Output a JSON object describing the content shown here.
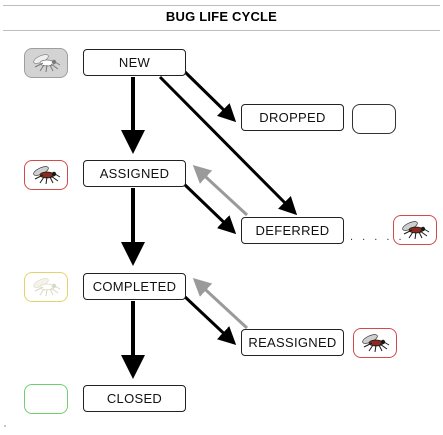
{
  "title": "BUG LIFE CYCLE",
  "states": {
    "new": "NEW",
    "assigned": "ASSIGNED",
    "completed": "COMPLETED",
    "closed": "CLOSED",
    "dropped": "DROPPED",
    "deferred": "DEFERRED",
    "reassigned": "REASSIGNED"
  },
  "connector": ". . . . .",
  "badges": [
    {
      "id": "new-status",
      "icon": "bug-icon",
      "style": "faded",
      "border": "#9e9e9e",
      "fill": "#d3d3d3"
    },
    {
      "id": "assigned-status",
      "icon": "bug-icon",
      "style": "active",
      "border": "#d24a4a",
      "fill": "#ffffff"
    },
    {
      "id": "completed-status",
      "icon": "bug-icon",
      "style": "ghost",
      "border": "#e3d36b",
      "fill": "#ffffff"
    },
    {
      "id": "closed-status",
      "icon": "none",
      "style": "empty",
      "border": "#6fcf6f",
      "fill": "#ffffff"
    },
    {
      "id": "dropped-status",
      "icon": "none",
      "style": "empty",
      "border": "#333333",
      "fill": "#ffffff"
    },
    {
      "id": "deferred-status",
      "icon": "bug-icon",
      "style": "active",
      "border": "#d24a4a",
      "fill": "#ffffff"
    },
    {
      "id": "reassigned-status",
      "icon": "bug-icon",
      "style": "active",
      "border": "#d24a4a",
      "fill": "#ffffff"
    }
  ],
  "colors": {
    "forward_arrow": "#000000",
    "return_arrow": "#9a9a9a",
    "bug_body": "#8a2b1f",
    "bug_legs": "#1a1a1a"
  }
}
